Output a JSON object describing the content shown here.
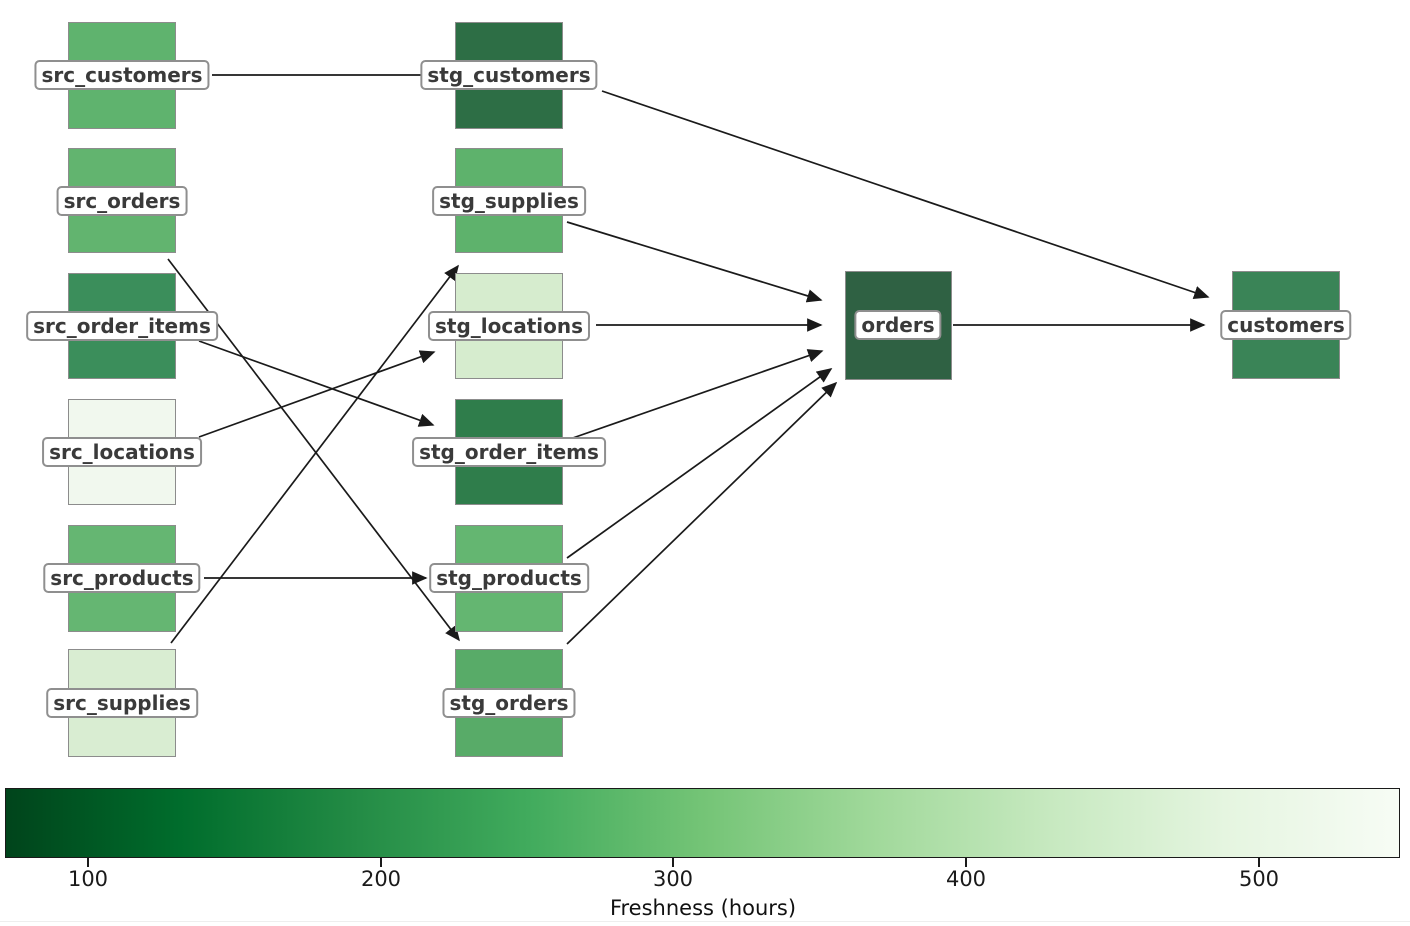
{
  "figure": {
    "kind": "data lineage DAG colored by freshness",
    "background": "#ffffff",
    "edge_color": "#1a1a1a",
    "node_border_color": "#8c8c8c",
    "label_text_color": "#3a3a3a"
  },
  "nodes": [
    {
      "id": "src_customers",
      "label": "src_customers",
      "column": "source",
      "color": "#5fb36e"
    },
    {
      "id": "src_orders",
      "label": "src_orders",
      "column": "source",
      "color": "#62b46f"
    },
    {
      "id": "src_order_items",
      "label": "src_order_items",
      "column": "source",
      "color": "#3b8e5b"
    },
    {
      "id": "src_locations",
      "label": "src_locations",
      "column": "source",
      "color": "#f1f8ee"
    },
    {
      "id": "src_products",
      "label": "src_products",
      "column": "source",
      "color": "#65b672"
    },
    {
      "id": "src_supplies",
      "label": "src_supplies",
      "column": "source",
      "color": "#d9edd2"
    },
    {
      "id": "stg_customers",
      "label": "stg_customers",
      "column": "staging",
      "color": "#2d6e45"
    },
    {
      "id": "stg_supplies",
      "label": "stg_supplies",
      "column": "staging",
      "color": "#5eb26c"
    },
    {
      "id": "stg_locations",
      "label": "stg_locations",
      "column": "staging",
      "color": "#d6ecce"
    },
    {
      "id": "stg_order_items",
      "label": "stg_order_items",
      "column": "staging",
      "color": "#2f7d4b"
    },
    {
      "id": "stg_products",
      "label": "stg_products",
      "column": "staging",
      "color": "#64b671"
    },
    {
      "id": "stg_orders",
      "label": "stg_orders",
      "column": "staging",
      "color": "#58ab68"
    },
    {
      "id": "orders",
      "label": "orders",
      "column": "marts",
      "color": "#2f6143"
    },
    {
      "id": "customers",
      "label": "customers",
      "column": "marts",
      "color": "#3a8457"
    }
  ],
  "edges": [
    {
      "from": "src_customers",
      "to": "stg_customers"
    },
    {
      "from": "src_orders",
      "to": "stg_orders"
    },
    {
      "from": "src_order_items",
      "to": "stg_order_items"
    },
    {
      "from": "src_locations",
      "to": "stg_locations"
    },
    {
      "from": "src_products",
      "to": "stg_products"
    },
    {
      "from": "src_supplies",
      "to": "stg_supplies"
    },
    {
      "from": "stg_supplies",
      "to": "orders"
    },
    {
      "from": "stg_locations",
      "to": "orders"
    },
    {
      "from": "stg_order_items",
      "to": "orders"
    },
    {
      "from": "stg_products",
      "to": "orders"
    },
    {
      "from": "stg_orders",
      "to": "orders"
    },
    {
      "from": "stg_customers",
      "to": "customers"
    },
    {
      "from": "orders",
      "to": "customers"
    }
  ],
  "colorbar": {
    "label": "Freshness (hours)",
    "ticks": [
      "100",
      "200",
      "300",
      "400",
      "500"
    ],
    "orientation": "horizontal",
    "gradient_stops": [
      "#00441b",
      "#006d2c",
      "#238b45",
      "#41ab5d",
      "#74c476",
      "#a1d99b",
      "#c7e9c0",
      "#e5f5e0",
      "#f7fcf5"
    ]
  }
}
